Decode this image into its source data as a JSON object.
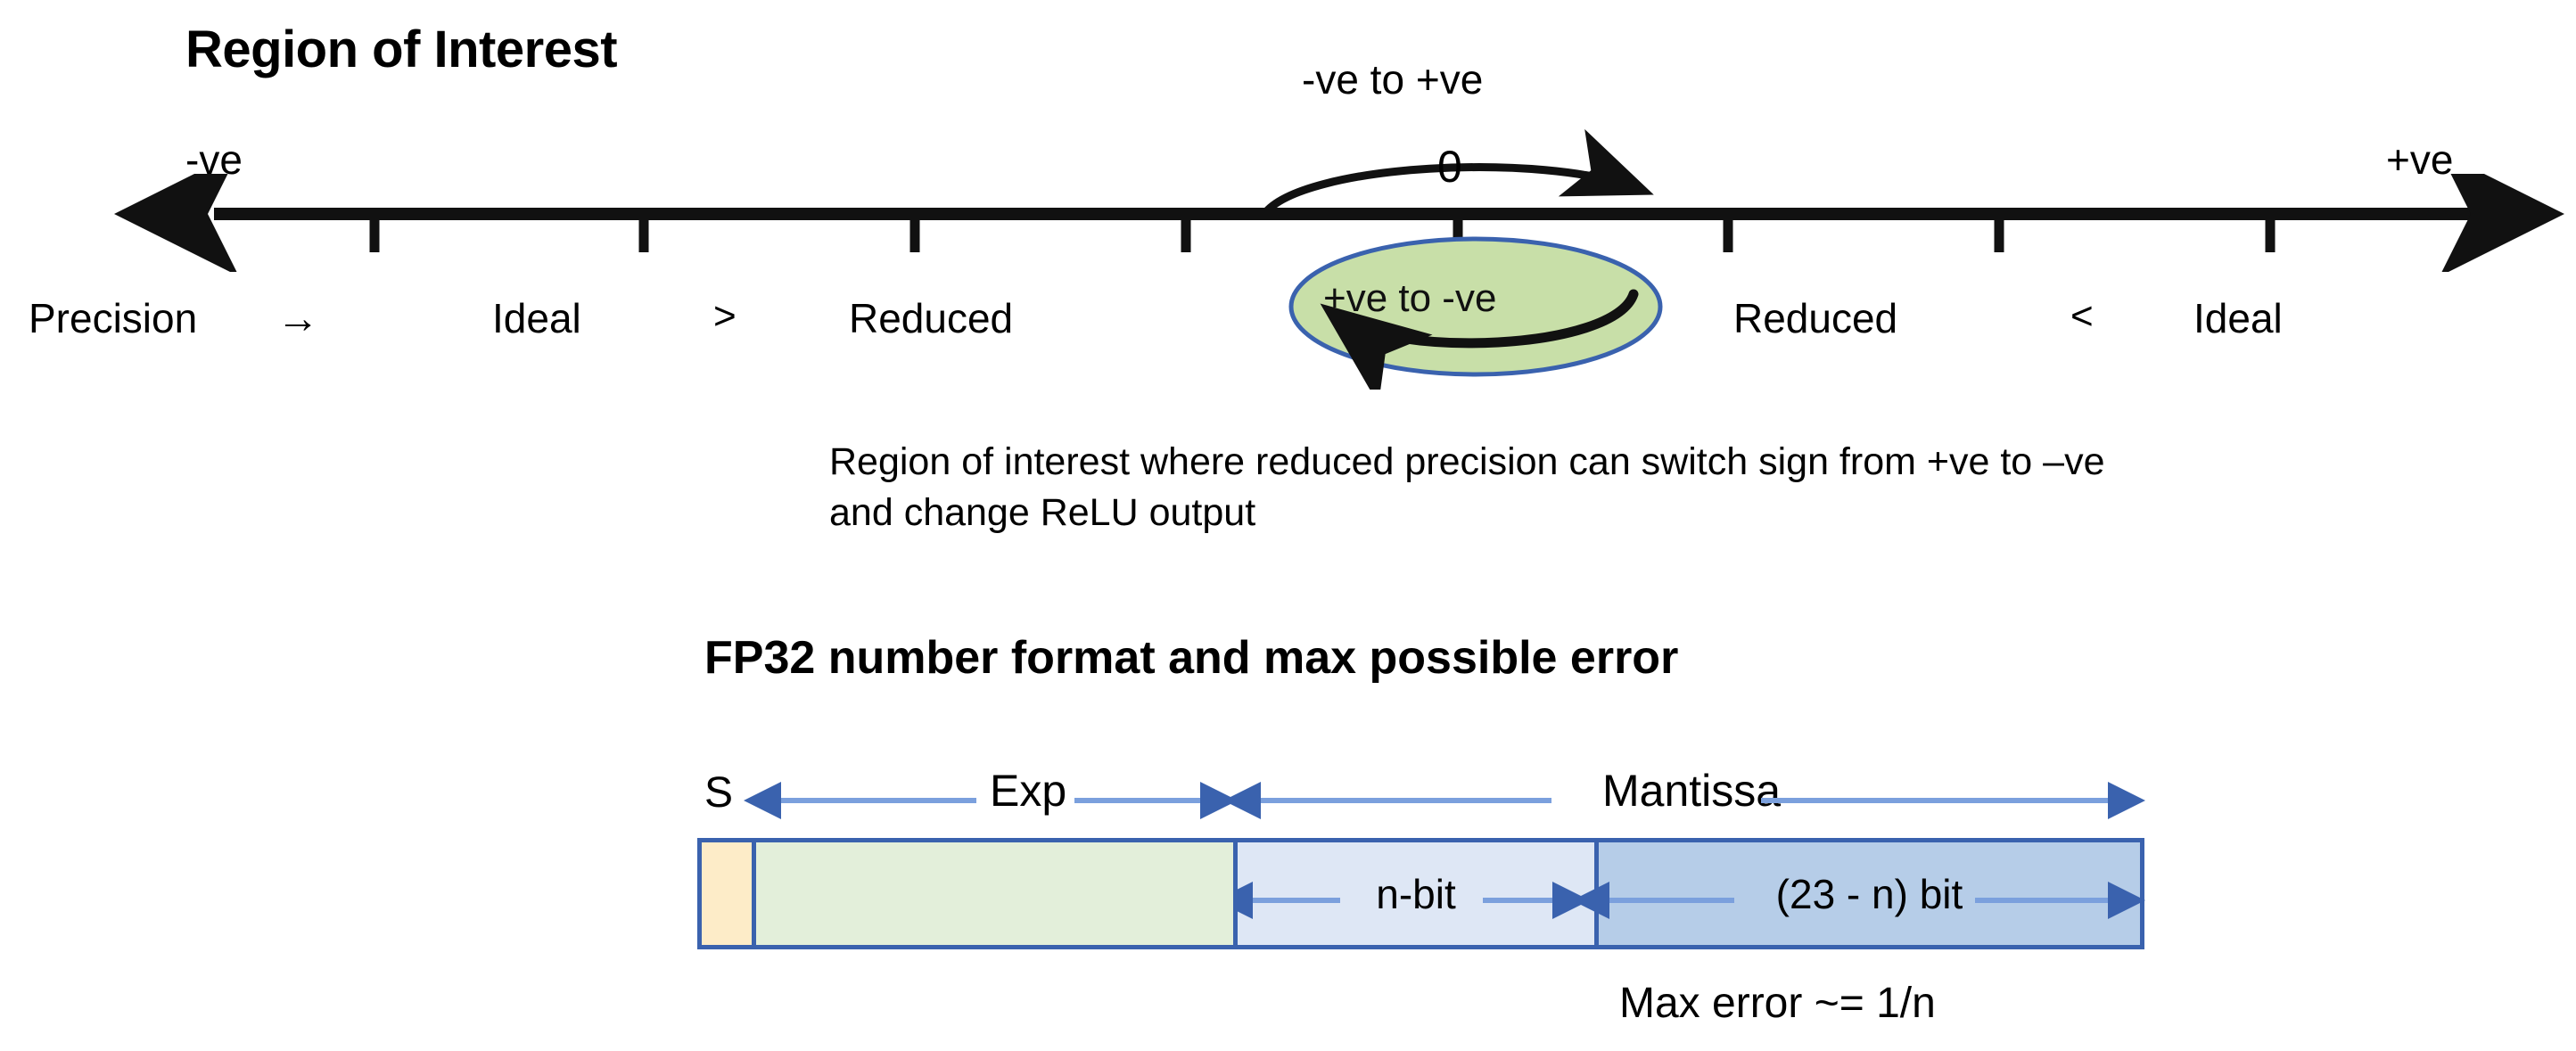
{
  "diagram": {
    "title": "Region of Interest",
    "axis": {
      "left_label": "-ve",
      "right_label": "+ve",
      "zero_label": "0",
      "tick_count": 8
    },
    "arcs": {
      "top_label": "-ve to +ve",
      "ellipse_label": "+ve to -ve"
    },
    "precision_row": {
      "label": "Precision",
      "arrow_glyph": "→",
      "left_ideal": "Ideal",
      "left_operator": ">",
      "left_reduced": "Reduced",
      "right_reduced": "Reduced",
      "right_operator": "<",
      "right_ideal": "Ideal"
    },
    "caption": "Region of interest where reduced precision can switch sign from +ve to –ve and change ReLU output"
  },
  "fp32": {
    "title": "FP32 number format and max possible error",
    "labels": {
      "sign": "S",
      "exponent": "Exp",
      "mantissa": "Mantissa"
    },
    "fields": {
      "nbit": "n-bit",
      "remaining": "(23 - n) bit"
    },
    "footer": "Max error ~= 1/n"
  },
  "colors": {
    "sign_fill": "#fdecc8",
    "exponent_fill": "#e3efda",
    "nbit_fill": "#dee7f5",
    "mantissa_fill": "#b6cde8",
    "box_border": "#3a62ae",
    "arrow_blue": "#5b87d4",
    "ellipse_fill": "#c8dfa8",
    "ellipse_border": "#3a62ae",
    "axis_black": "#111111"
  }
}
